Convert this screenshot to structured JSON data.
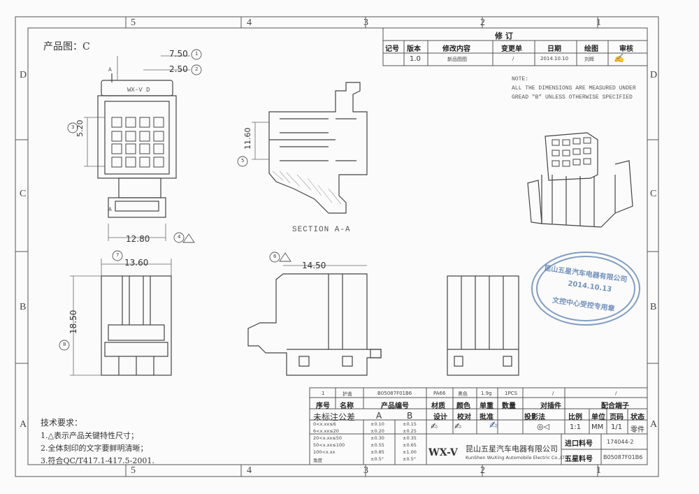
{
  "zones_top": [
    "5",
    "4",
    "3",
    "2",
    "1"
  ],
  "zones_bottom": [
    "5",
    "4",
    "3",
    "2",
    "1"
  ],
  "zones_side": [
    "D",
    "C",
    "B",
    "A"
  ],
  "product_label": "产品图：C",
  "dimensions": {
    "d750": "7.50",
    "d250": "2.50",
    "d520": "5.20",
    "d1160": "11.60",
    "d1280": "12.80",
    "d1360": "13.60",
    "d1450": "14.50",
    "d1850": "18.50",
    "part_marking": "WX-V D",
    "section_arrow": "A"
  },
  "balloons": [
    "1",
    "2",
    "3",
    "4",
    "5",
    "6",
    "7",
    "8"
  ],
  "section_label": "SECTION A-A",
  "note": {
    "line1": "NOTE:",
    "line2": "ALL THE DIMENSIONS ARE MEASURED UNDER",
    "line3": "GREAD \"B\" UNLESS OTHERWISE SPECIFIED"
  },
  "revision": {
    "title": "修    订",
    "headers": [
      "记号",
      "版本",
      "修改内容",
      "变更单",
      "日期",
      "绘图",
      "审核"
    ],
    "row": [
      "",
      "1.0",
      "新品图图",
      "/",
      "2014.10.10",
      "刘辉",
      ""
    ]
  },
  "stamp": {
    "line1": "昆山五星汽车电器有限公司",
    "line2": "2014.10.13",
    "line3": "文控中心受控专用章"
  },
  "bom": {
    "row": [
      "1",
      "护盖",
      "B05087F01B6",
      "PA66",
      "黑色",
      "1.9g",
      "1PCS",
      "/",
      "/"
    ],
    "headers": [
      "序号",
      "名称",
      "产品编号",
      "材质",
      "颜色",
      "单重",
      "数量",
      "对插件",
      "配合端子"
    ]
  },
  "tolerance": {
    "title": "未标注公差",
    "colA": "A",
    "colB": "B",
    "rows": [
      [
        "0<x.xx≤6",
        "±0.10",
        "±0.15"
      ],
      [
        "6<x.xx≤20",
        "±0.20",
        "±0.25"
      ],
      [
        "20<x.xx≤50",
        "±0.30",
        "±0.35"
      ],
      [
        "50<x.xx≤100",
        "±0.55",
        "±0.65"
      ],
      [
        "100<x.xx",
        "±0.85",
        "±1.00"
      ],
      [
        "角度",
        "±0.5°",
        "±0.5°"
      ]
    ]
  },
  "approval": {
    "headers": [
      "设计",
      "校对",
      "批准",
      "投影法",
      "比例",
      "单位",
      "页码",
      "状态"
    ],
    "values": [
      "1:1",
      "MM",
      "1/1",
      "零件"
    ]
  },
  "company": {
    "logo": "WX-V",
    "name_cn": "昆山五星汽车电器有限公司",
    "name_en": "KunShen WuXing Automobile Electric Co.,LTD."
  },
  "codes": {
    "import_label": "进口料号",
    "import_value": "174044-2",
    "wx_label": "五星料号",
    "wx_value": "B05087F01B6"
  },
  "requirements": {
    "title": "技术要求：",
    "items": [
      "1.△表示产品关键特性尺寸；",
      "2.全体刻印的文字要鲜明清晰；",
      "3.符合QC/T417.1-417.5-2001."
    ]
  }
}
